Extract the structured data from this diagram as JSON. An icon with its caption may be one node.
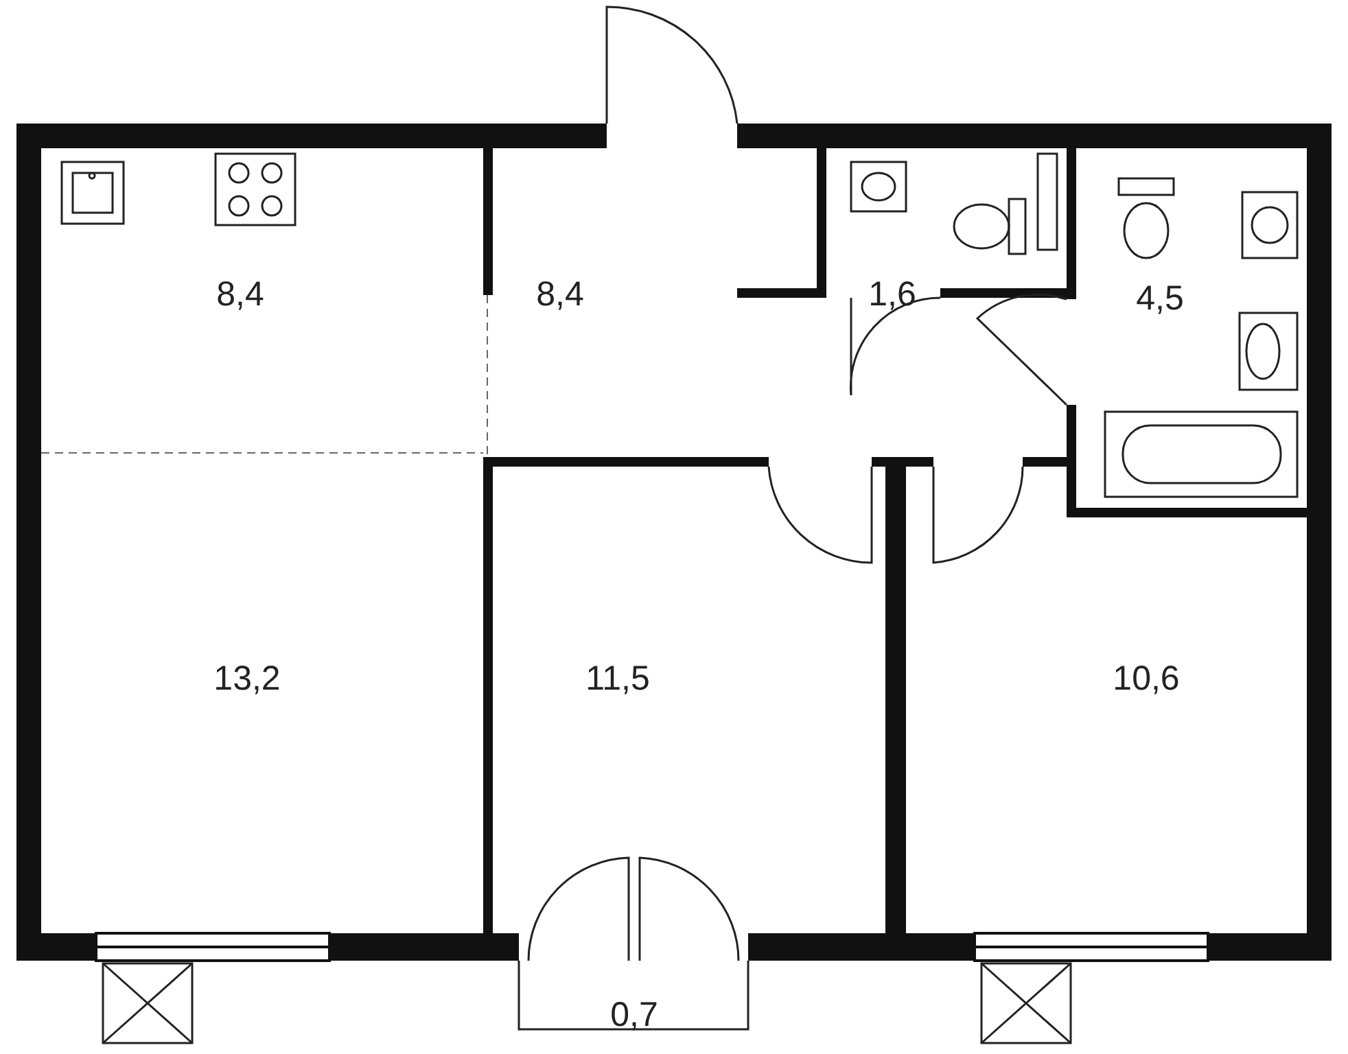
{
  "diagram": {
    "labels": [
      "8,4",
      "8,4",
      "1,6",
      "4,5",
      "13,2",
      "11,5",
      "10,6",
      "0,7"
    ]
  }
}
